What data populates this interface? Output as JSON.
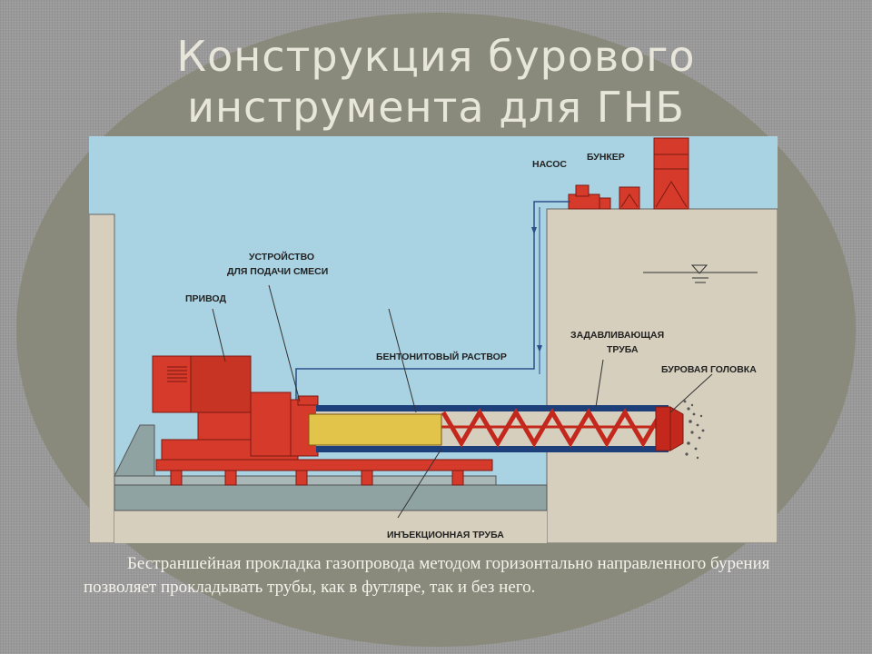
{
  "title": {
    "line1": "Конструкция бурового",
    "line2": "инструмента для ГНБ"
  },
  "labels": {
    "pump": "НАСОС",
    "bunker": "БУНКЕР",
    "mix_feed_line1": "УСТРОЙСТВО",
    "mix_feed_line2": "ДЛЯ ПОДАЧИ СМЕСИ",
    "drive": "ПРИВОД",
    "bentonite": "БЕНТОНИТОВЫЙ РАСТВОР",
    "push_pipe_line1": "ЗАДАВЛИВАЮЩАЯ",
    "push_pipe_line2": "ТРУБА",
    "drill_head": "БУРОВАЯ ГОЛОВКА",
    "injection_pipe": "ИНЪЕКЦИОННАЯ ТРУБА"
  },
  "caption": "Бестраншейная прокладка газопровода методом горизонтально направленного бурения позволяет прокладывать трубы, как в футляре, так и без него.",
  "colors": {
    "sky": "#a9d2e2",
    "soil": "#d6cfbd",
    "machine": "#d63a2a",
    "pipe": "#1d3f7a",
    "auger": "#c4281c"
  }
}
